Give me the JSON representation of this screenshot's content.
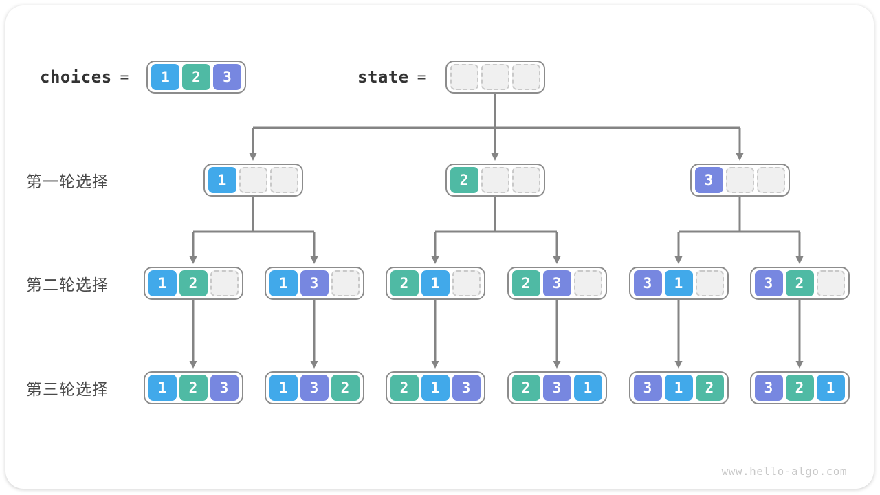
{
  "palette": {
    "1": "#41a9ea",
    "2": "#4fbaa4",
    "3": "#7787e0",
    "empty_fill": "#f0f0f0",
    "empty_border": "#c9c9c9",
    "box_border": "#8c8c8c",
    "connector": "#848484",
    "label_color": "#4a4a4a"
  },
  "header": {
    "choices": {
      "label": "choices",
      "equals": "=",
      "values": [
        1,
        2,
        3
      ]
    },
    "state": {
      "label": "state",
      "equals": "=",
      "values": [
        null,
        null,
        null
      ]
    }
  },
  "rows": [
    {
      "label": "第一轮选择",
      "boxes": [
        [
          1,
          null,
          null
        ],
        [
          2,
          null,
          null
        ],
        [
          3,
          null,
          null
        ]
      ]
    },
    {
      "label": "第二轮选择",
      "boxes": [
        [
          1,
          2,
          null
        ],
        [
          1,
          3,
          null
        ],
        [
          2,
          1,
          null
        ],
        [
          2,
          3,
          null
        ],
        [
          3,
          1,
          null
        ],
        [
          3,
          2,
          null
        ]
      ]
    },
    {
      "label": "第三轮选择",
      "boxes": [
        [
          1,
          2,
          3
        ],
        [
          1,
          3,
          2
        ],
        [
          2,
          1,
          3
        ],
        [
          2,
          3,
          1
        ],
        [
          3,
          1,
          2
        ],
        [
          3,
          2,
          1
        ]
      ]
    }
  ],
  "watermark": "www.hello-algo.com"
}
